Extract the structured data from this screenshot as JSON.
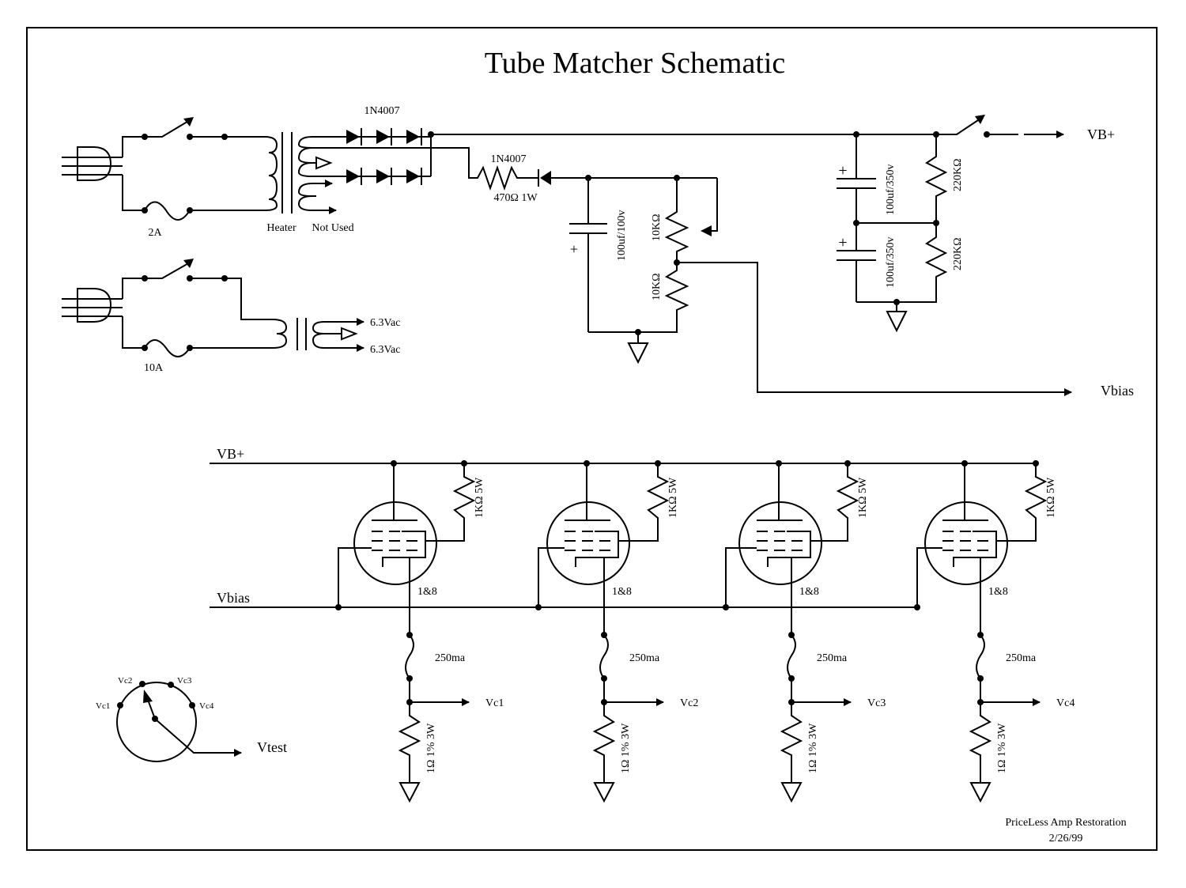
{
  "title": "Tube Matcher Schematic",
  "power_supply": {
    "rectifier_label": "1N4007",
    "series_diode_label": "1N4007",
    "series_resistor_label": "470Ω 1W",
    "hv_fuse_label": "2A",
    "heater_label": "Heater",
    "not_used_label": "Not Used",
    "bias_cap_label": "100uf/100v",
    "bias_pot_label": "10KΩ",
    "bias_resistor_label": "10KΩ",
    "filter_cap_top_label": "100uf/350v",
    "filter_cap_bottom_label": "100uf/350v",
    "bleeder_top_label": "220KΩ",
    "bleeder_bottom_label": "220KΩ",
    "vbplus_out_label": "VB+",
    "vbias_out_label": "Vbias",
    "plus_sign": "+"
  },
  "heater_supply": {
    "fuse_label": "10A",
    "out_top_label": "6.3Vac",
    "out_bottom_label": "6.3Vac"
  },
  "tube_section": {
    "vbplus_rail_label": "VB+",
    "vbias_rail_label": "Vbias",
    "stages": [
      {
        "screen_resistor": "1KΩ 5W",
        "pin_label": "1&8",
        "fuse": "250ma",
        "sense_resistor": "1Ω 1% 3W",
        "output": "Vc1"
      },
      {
        "screen_resistor": "1KΩ 5W",
        "pin_label": "1&8",
        "fuse": "250ma",
        "sense_resistor": "1Ω 1% 3W",
        "output": "Vc2"
      },
      {
        "screen_resistor": "1KΩ 5W",
        "pin_label": "1&8",
        "fuse": "250ma",
        "sense_resistor": "1Ω 1% 3W",
        "output": "Vc3"
      },
      {
        "screen_resistor": "1KΩ 5W",
        "pin_label": "1&8",
        "fuse": "250ma",
        "sense_resistor": "1Ω 1% 3W",
        "output": "Vc4"
      }
    ]
  },
  "selector_switch": {
    "positions": [
      "Vc1",
      "Vc2",
      "Vc3",
      "Vc4"
    ],
    "selected": "Vc2",
    "output_label": "Vtest"
  },
  "footer": {
    "company": "PriceLess Amp Restoration",
    "date": "2/26/99"
  }
}
